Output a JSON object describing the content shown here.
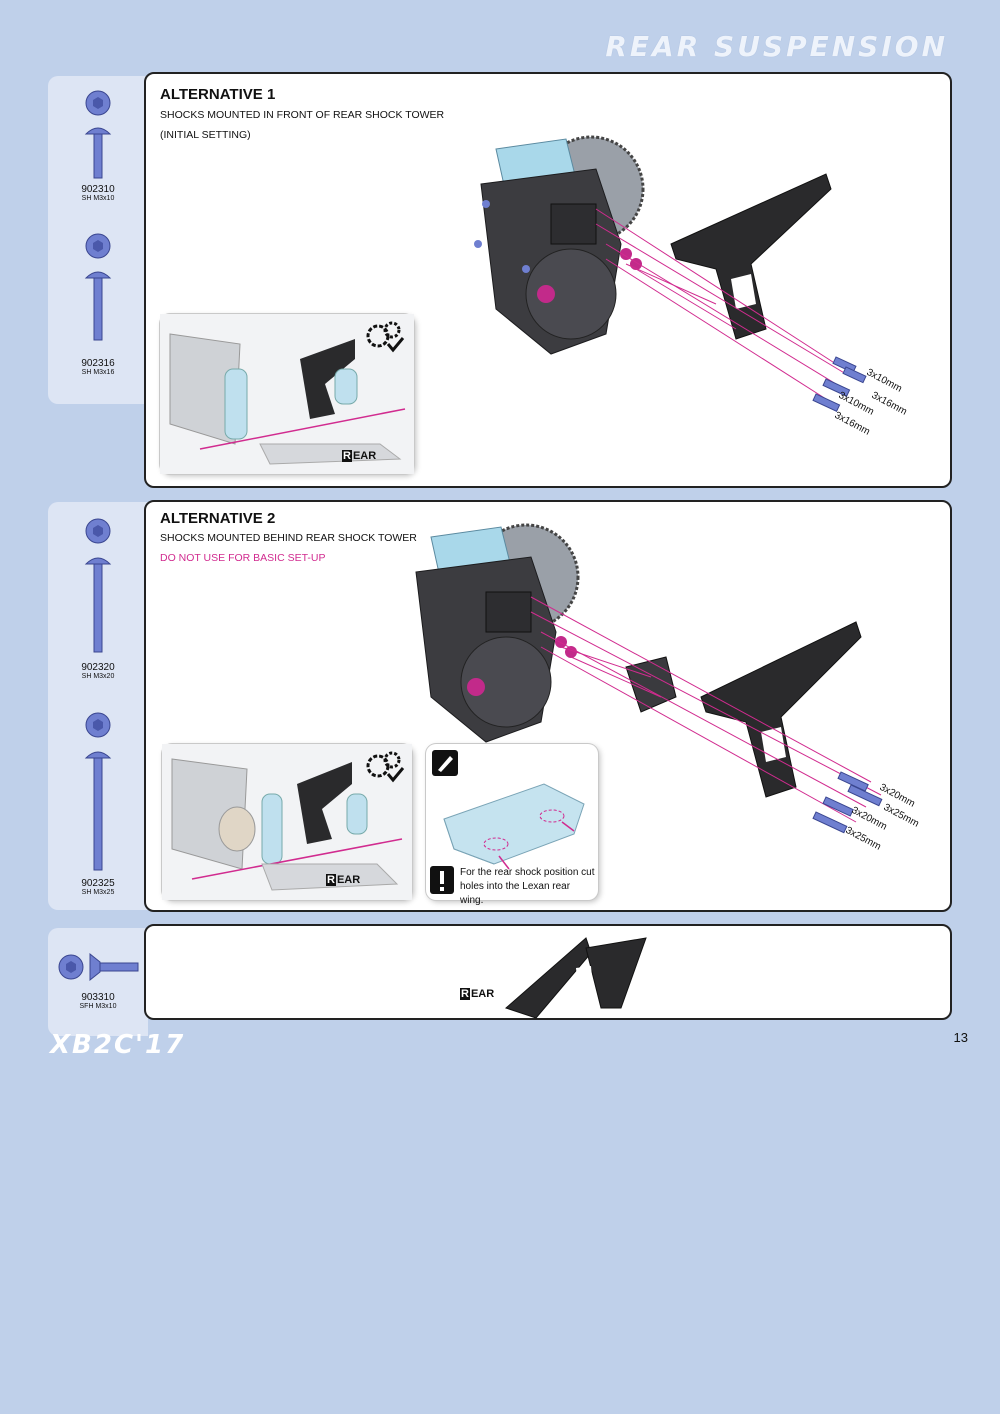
{
  "header": {
    "section_title": "REAR SUSPENSION"
  },
  "sidebar1": {
    "parts": [
      {
        "code": "902310",
        "desc": "SH M3x10"
      },
      {
        "code": "902316",
        "desc": "SH M3x16"
      }
    ]
  },
  "sidebar2": {
    "parts": [
      {
        "code": "902320",
        "desc": "SH M3x20"
      },
      {
        "code": "902325",
        "desc": "SH M3x25"
      }
    ]
  },
  "sidebar3": {
    "parts": [
      {
        "code": "903310",
        "desc": "SFH M3x10"
      }
    ]
  },
  "alt1": {
    "title": "ALTERNATIVE 1",
    "line1": "SHOCKS MOUNTED IN FRONT OF REAR SHOCK TOWER",
    "line2": "(INITIAL SETTING)",
    "dims": [
      "3x10mm",
      "3x16mm",
      "3x10mm",
      "3x16mm"
    ],
    "rear_label_r": "R",
    "rear_label_rest": "EAR"
  },
  "alt2": {
    "title": "ALTERNATIVE 2",
    "line1": "SHOCKS MOUNTED BEHIND REAR SHOCK TOWER",
    "warning": "DO NOT USE FOR BASIC SET-UP",
    "dims": [
      "3x20mm",
      "3x25mm",
      "3x20mm",
      "3x25mm"
    ],
    "rear_label_r": "R",
    "rear_label_rest": "EAR",
    "note_line1": "For the rear shock position cut",
    "note_line2": "holes into the Lexan rear wing."
  },
  "step3": {
    "rear_label_r": "R",
    "rear_label_rest": "EAR"
  },
  "footer": {
    "brand": "XB2C'17",
    "page_number": "13"
  },
  "colors": {
    "accent": "#d12b8f",
    "page_bg": "#bfd0ea",
    "sidebar_bg": "#dde5f4",
    "screw": "#6f7fd0"
  }
}
